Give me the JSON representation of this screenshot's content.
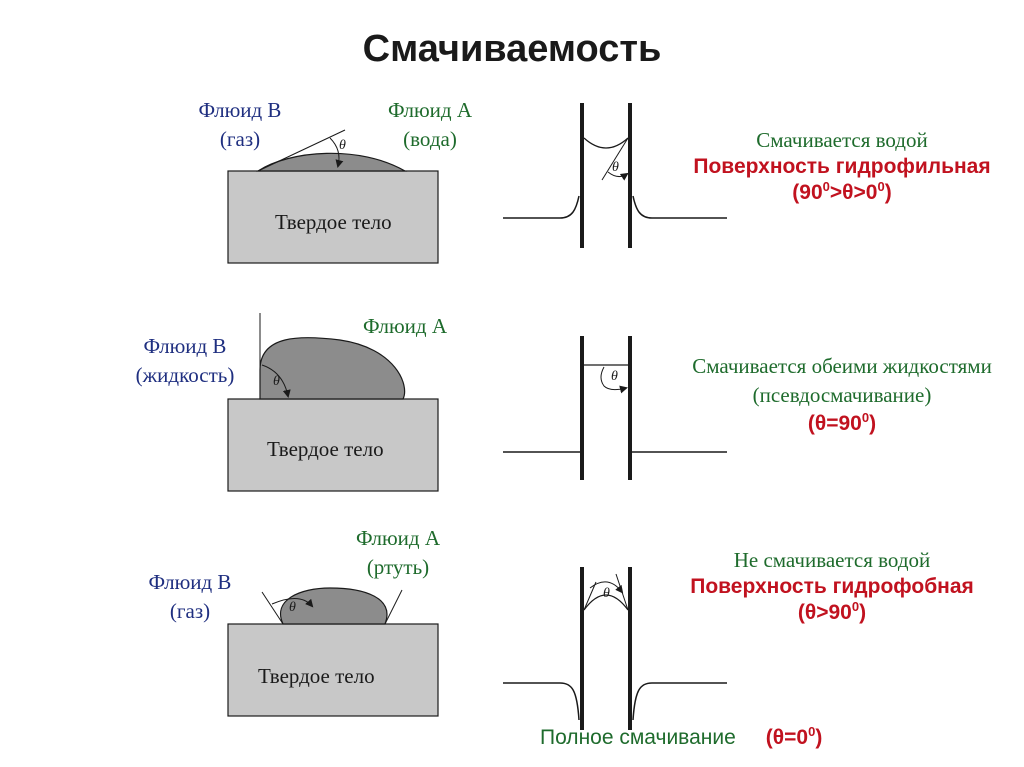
{
  "title": "Смачиваемость",
  "theta_symbol": "θ",
  "rows": [
    {
      "fluid_b": [
        "Флюид B",
        "(газ)"
      ],
      "fluid_a": [
        "Флюид A",
        "(вода)"
      ],
      "solid": "Твердое тело",
      "desc_plain": [
        "Смачивается водой"
      ],
      "desc_bold": "Поверхность гидрофильная",
      "condition": {
        "open": "(90",
        "sup1": "0",
        "mid": ">θ>0",
        "sup2": "0",
        "close": ")"
      }
    },
    {
      "fluid_b": [
        "Флюид B",
        "(жидкость)"
      ],
      "fluid_a": [
        "Флюид A"
      ],
      "solid": "Твердое тело",
      "desc_plain": [
        "Смачивается обеими жидкостями",
        "(псевдосмачивание)"
      ],
      "desc_bold": "",
      "condition": {
        "open": "(θ=90",
        "sup1": "0",
        "close": ")"
      }
    },
    {
      "fluid_b": [
        "Флюид B",
        "(газ)"
      ],
      "fluid_a": [
        "Флюид A",
        "(ртуть)"
      ],
      "solid": "Твердое тело",
      "desc_plain": [
        "Не смачивается водой"
      ],
      "desc_bold": "Поверхность гидрофобная",
      "condition": {
        "open": "(θ>90",
        "sup1": "0",
        "close": ")"
      }
    }
  ],
  "footer": {
    "label": "Полное смачивание",
    "condition": {
      "open": "(θ=0",
      "sup1": "0",
      "close": ")"
    }
  },
  "colors": {
    "title": "#1a1a1a",
    "fluid_b": "#1f2f80",
    "fluid_a": "#1e6b2c",
    "accent_red": "#c1121f",
    "solid_fill": "#c8c8c8",
    "droplet_fill": "#8c8c8c"
  }
}
